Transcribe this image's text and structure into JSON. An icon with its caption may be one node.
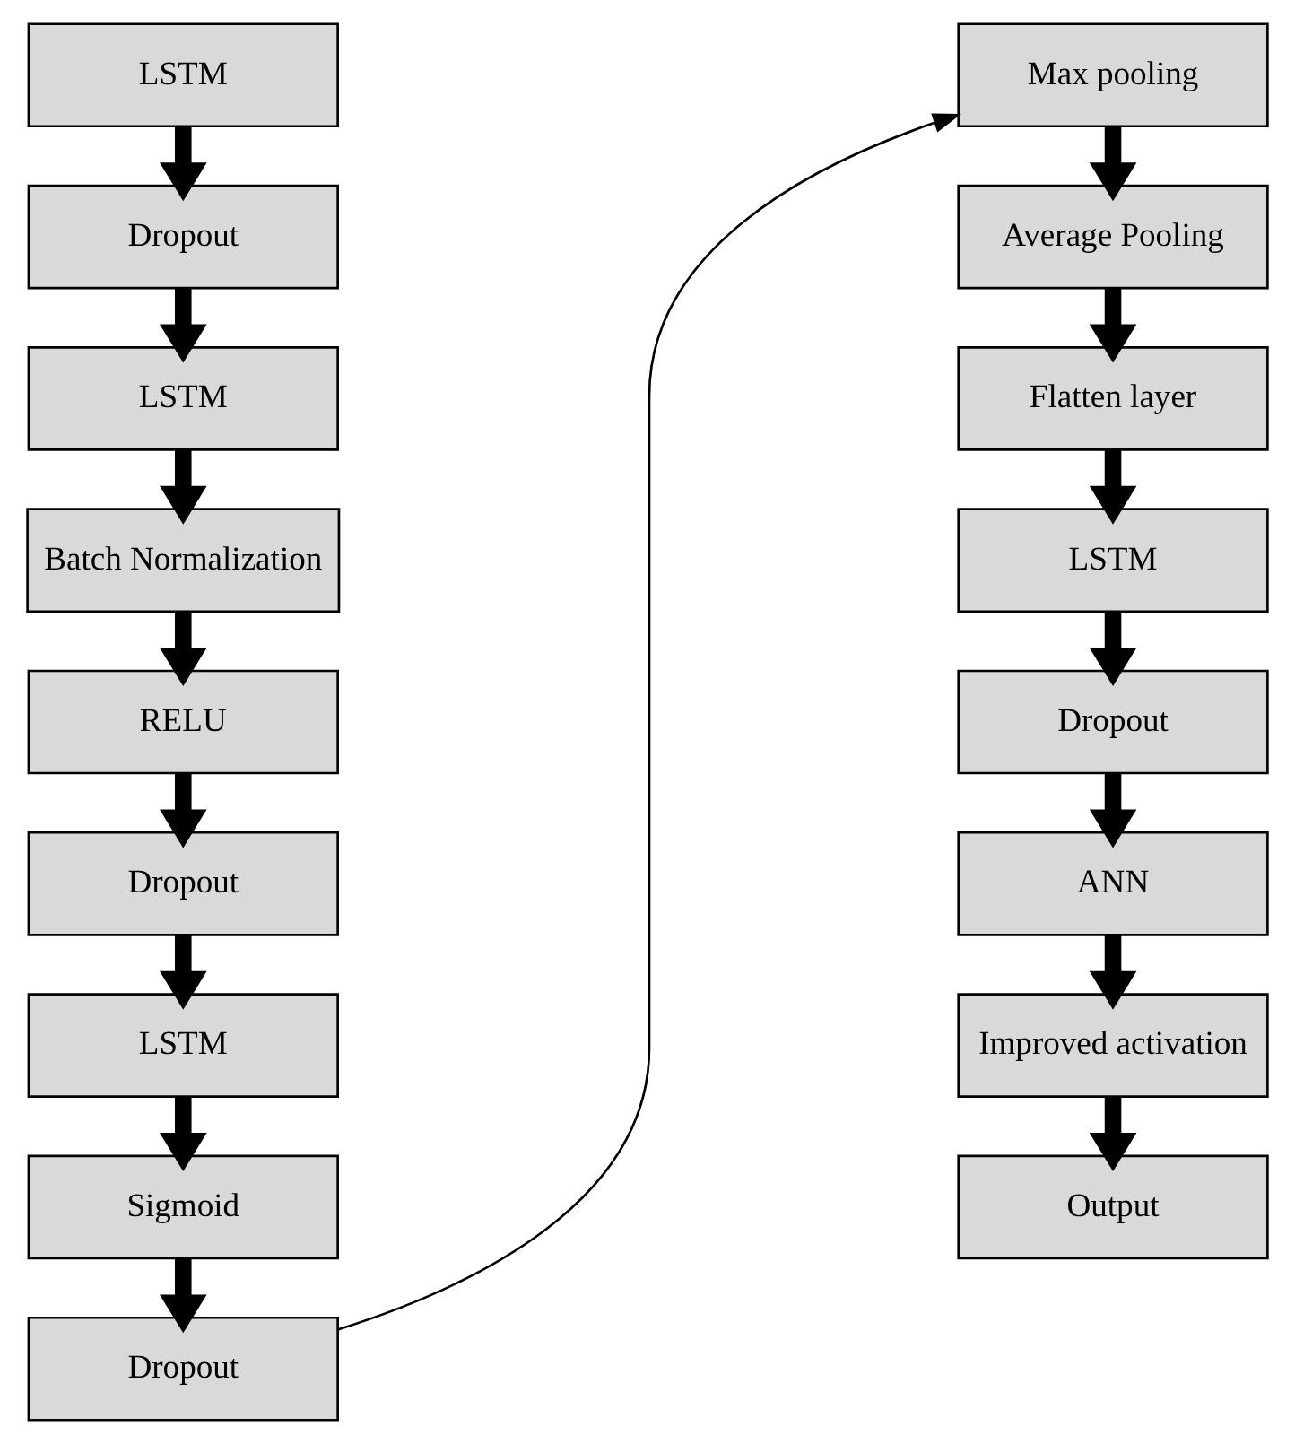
{
  "diagram": {
    "nodes": [
      {
        "text": [
          "LSTM"
        ]
      },
      {
        "text": [
          "Dropout"
        ]
      },
      {
        "text": [
          "LSTM"
        ]
      },
      {
        "text": [
          "Batch Normalization"
        ]
      },
      {
        "text": [
          "RELU"
        ]
      },
      {
        "text": [
          "Dropout"
        ]
      },
      {
        "text": [
          "LSTM"
        ]
      },
      {
        "text": [
          "Sigmoid"
        ]
      },
      {
        "text": [
          "Dropout"
        ]
      },
      {
        "text": [
          "Max pooling"
        ]
      },
      {
        "text": [
          "Average Pooling"
        ]
      },
      {
        "text": [
          "Flatten layer"
        ]
      },
      {
        "text": [
          "LSTM"
        ]
      },
      {
        "text": [
          "Dropout"
        ]
      },
      {
        "text": [
          "ANN"
        ]
      },
      {
        "text": [
          "Improved activation"
        ]
      },
      {
        "text": [
          "Output"
        ]
      }
    ],
    "edges": [
      {
        "from": 0,
        "to": 1,
        "arrow": "to"
      },
      {
        "from": 1,
        "to": 2,
        "arrow": "to"
      },
      {
        "from": 2,
        "to": 3,
        "arrow": "to"
      },
      {
        "from": 3,
        "to": 4,
        "arrow": "to"
      },
      {
        "from": 4,
        "to": 5,
        "arrow": "to"
      },
      {
        "from": 5,
        "to": 6,
        "arrow": "to"
      },
      {
        "from": 6,
        "to": 7,
        "arrow": "to"
      },
      {
        "from": 7,
        "to": 8,
        "arrow": "to"
      },
      {
        "from": 8,
        "to": 9,
        "arrow": "to"
      },
      {
        "from": 9,
        "to": 10,
        "arrow": "to"
      },
      {
        "from": 10,
        "to": 11,
        "arrow": "to"
      },
      {
        "from": 11,
        "to": 12,
        "arrow": "to"
      },
      {
        "from": 12,
        "to": 13,
        "arrow": "to"
      },
      {
        "from": 13,
        "to": 14,
        "arrow": "to"
      },
      {
        "from": 14,
        "to": 15,
        "arrow": "to"
      },
      {
        "from": 15,
        "to": 16,
        "arrow": "to"
      }
    ]
  }
}
